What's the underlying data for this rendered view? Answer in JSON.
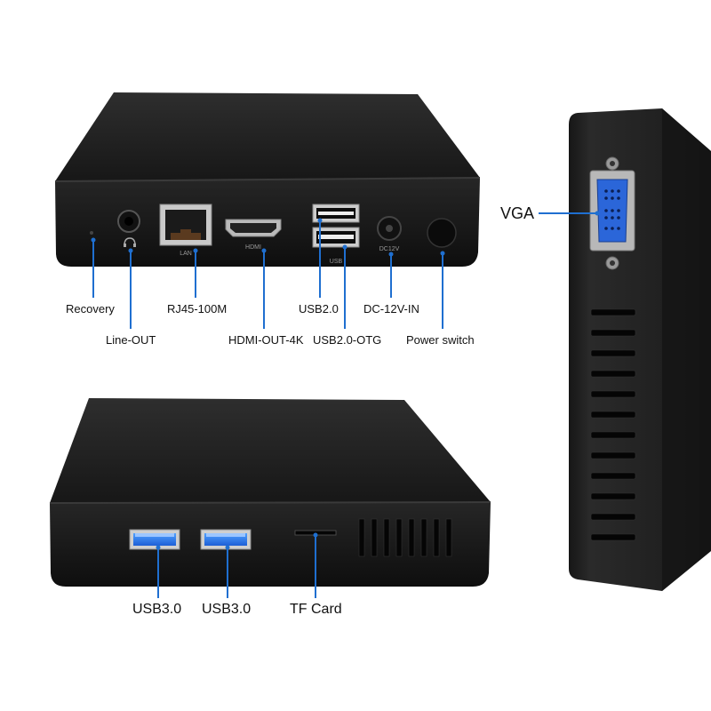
{
  "colors": {
    "device": "#1b1b1b",
    "line": "#1f6fd0",
    "label": "#111111",
    "vga": "#2b66d9"
  },
  "top_view": {
    "port_prints": {
      "lan": "LAN",
      "hdmi": "HDMI",
      "usb": "USB",
      "dc": "DC12V"
    },
    "callouts": {
      "recovery": "Recovery",
      "line_out": "Line-OUT",
      "rj45": "RJ45-100M",
      "hdmi_out": "HDMI-OUT-4K",
      "usb20": "USB2.0",
      "usb20_otg": "USB2.0-OTG",
      "dc_in": "DC-12V-IN",
      "power": "Power switch"
    }
  },
  "bottom_view": {
    "callouts": {
      "usb30_a": "USB3.0",
      "usb30_b": "USB3.0",
      "tf": "TF Card"
    }
  },
  "side_view": {
    "callouts": {
      "vga": "VGA"
    }
  },
  "icons": [
    "headphone-icon"
  ]
}
